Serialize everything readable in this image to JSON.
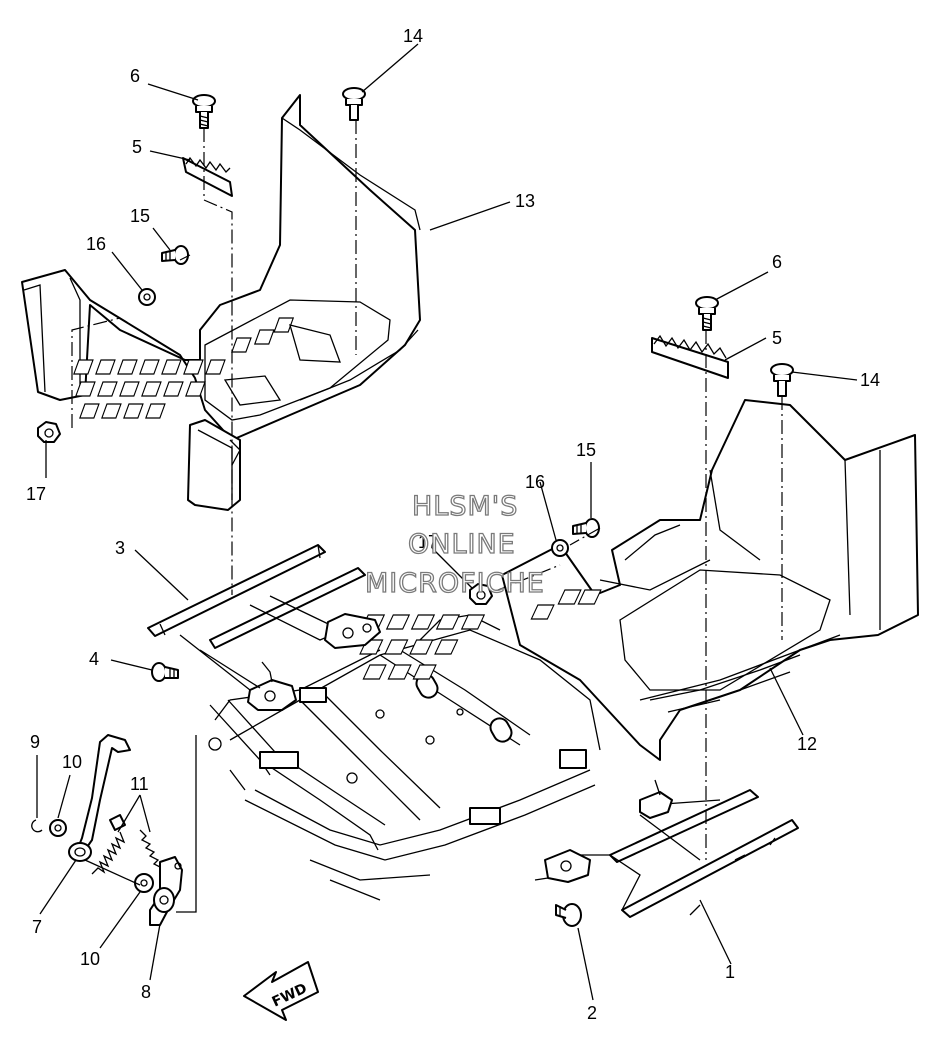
{
  "callouts": [
    {
      "id": "c1",
      "label": "1"
    },
    {
      "id": "c2",
      "label": "2"
    },
    {
      "id": "c3",
      "label": "3"
    },
    {
      "id": "c4",
      "label": "4"
    },
    {
      "id": "c5a",
      "label": "5"
    },
    {
      "id": "c5b",
      "label": "5"
    },
    {
      "id": "c6a",
      "label": "6"
    },
    {
      "id": "c6b",
      "label": "6"
    },
    {
      "id": "c7",
      "label": "7"
    },
    {
      "id": "c8",
      "label": "8"
    },
    {
      "id": "c9",
      "label": "9"
    },
    {
      "id": "c10a",
      "label": "10"
    },
    {
      "id": "c10b",
      "label": "10"
    },
    {
      "id": "c11",
      "label": "11"
    },
    {
      "id": "c12",
      "label": "12"
    },
    {
      "id": "c13",
      "label": "13"
    },
    {
      "id": "c14a",
      "label": "14"
    },
    {
      "id": "c14b",
      "label": "14"
    },
    {
      "id": "c15a",
      "label": "15"
    },
    {
      "id": "c15b",
      "label": "15"
    },
    {
      "id": "c16a",
      "label": "16"
    },
    {
      "id": "c16b",
      "label": "16"
    },
    {
      "id": "c17a",
      "label": "17"
    },
    {
      "id": "c17b",
      "label": "17"
    }
  ],
  "watermark": {
    "line1": "HLSM'S",
    "line2": "ONLINE",
    "line3": "MICROFICHE"
  },
  "direction_label": "FWD",
  "colors": {
    "ink": "#000000",
    "paper": "#ffffff",
    "watermark_outline": "#7a7a7a"
  }
}
